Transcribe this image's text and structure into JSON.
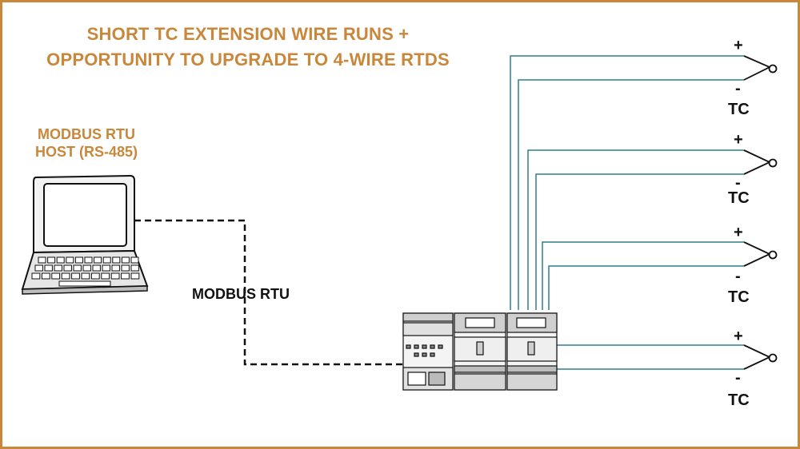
{
  "title": {
    "line1": "SHORT TC EXTENSION WIRE RUNS +",
    "line2": "OPPORTUNITY TO UPGRADE TO 4-WIRE RTDS"
  },
  "host": {
    "line1": "MODBUS RTU",
    "line2": "HOST (RS-485)"
  },
  "link": {
    "label": "MODBUS RTU"
  },
  "thermocouples": [
    {
      "plus": "+",
      "minus": "-",
      "label": "TC"
    },
    {
      "plus": "+",
      "minus": "-",
      "label": "TC"
    },
    {
      "plus": "+",
      "minus": "-",
      "label": "TC"
    },
    {
      "plus": "+",
      "minus": "-",
      "label": "TC"
    }
  ],
  "colors": {
    "accent": "#c8873a",
    "wire": "#2f7f8a",
    "line": "#111111"
  },
  "icons": {
    "host": "laptop-icon",
    "device": "din-rail-io-module-icon",
    "sensor": "thermocouple-junction-icon"
  }
}
